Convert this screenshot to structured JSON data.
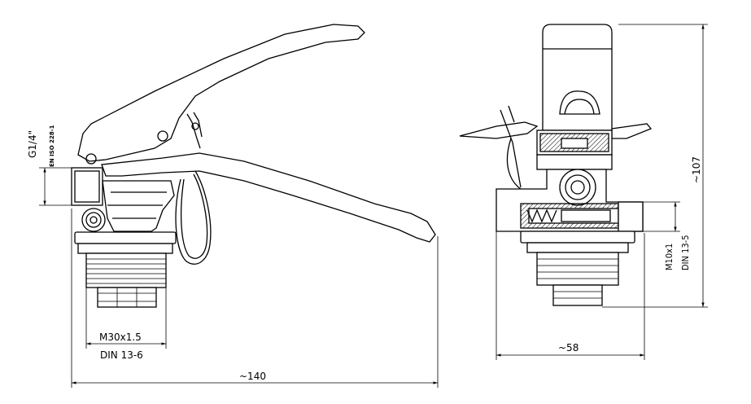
{
  "side_view": {
    "thread_inlet": "G1/4\"",
    "thread_inlet_std": "EN ISO 228-1",
    "thread_outlet": "M30x1.5",
    "thread_outlet_std": "DIN 13-6",
    "overall_length": "~140"
  },
  "front_view": {
    "gauge_thread": "M10x1",
    "gauge_thread_std": "DIN 13-5",
    "overall_height": "~107",
    "overall_width": "~58"
  }
}
